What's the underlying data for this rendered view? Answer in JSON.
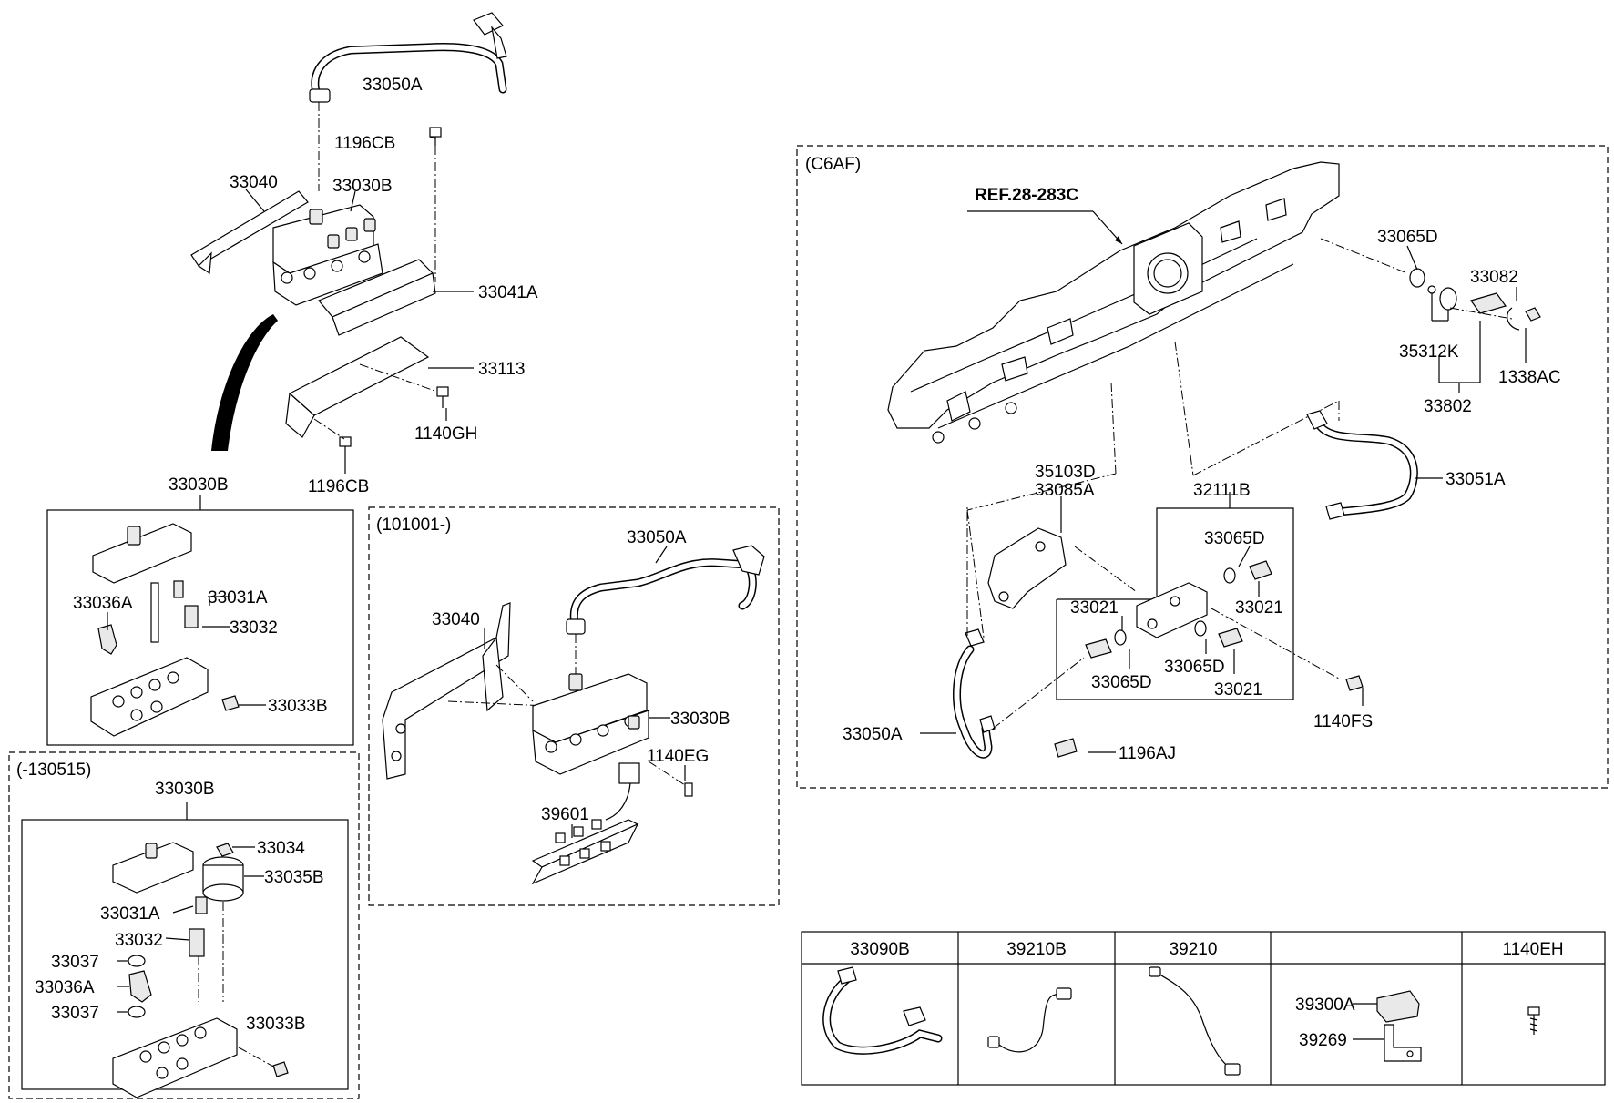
{
  "labels": {
    "top_33050A": "33050A",
    "top_1196CB": "1196CB",
    "top_33040": "33040",
    "top_33030B": "33030B",
    "top_33041A": "33041A",
    "top_33113": "33113",
    "top_1140GH": "1140GH",
    "top_1196CB_b": "1196CB",
    "d1_33030B": "33030B",
    "d1_33036A": "33036A",
    "d1_33031A": "33031A",
    "d1_33032": "33032",
    "d1_33033B": "33033B",
    "mid_33050A": "33050A",
    "mid_33040": "33040",
    "mid_33030B": "33030B",
    "mid_1140EG": "1140EG",
    "mid_39601": "39601",
    "d2_33030B": "33030B",
    "d2_33034": "33034",
    "d2_33035B": "33035B",
    "d2_33031A": "33031A",
    "d2_33032": "33032",
    "d2_33037a": "33037",
    "d2_33036A": "33036A",
    "d2_33037b": "33037",
    "d2_33033B": "33033B",
    "c6_ref": "REF.28-283C",
    "c6_33065D_top": "33065D",
    "c6_33082": "33082",
    "c6_35312K": "35312K",
    "c6_1338AC": "1338AC",
    "c6_33802": "33802",
    "c6_33051A": "33051A",
    "c6_35103D": "35103D",
    "c6_33085A": "33085A",
    "c6_32111B": "32111B",
    "c6_33065D_a": "33065D",
    "c6_33021_a": "33021",
    "c6_33021_b": "33021",
    "c6_33065D_b": "33065D",
    "c6_33065D_c": "33065D",
    "c6_33021_c": "33021",
    "c6_1140FS": "1140FS",
    "c6_33050A": "33050A",
    "c6_1196AJ": "1196AJ",
    "tbl_39300A": "39300A",
    "tbl_39269": "39269"
  },
  "sections": {
    "mid_variant": "(101001-)",
    "left_variant": "(-130515)",
    "engine_variant": "(C6AF)"
  },
  "table": {
    "headers": [
      "33090B",
      "39210B",
      "39210",
      "",
      "1140EH"
    ]
  }
}
